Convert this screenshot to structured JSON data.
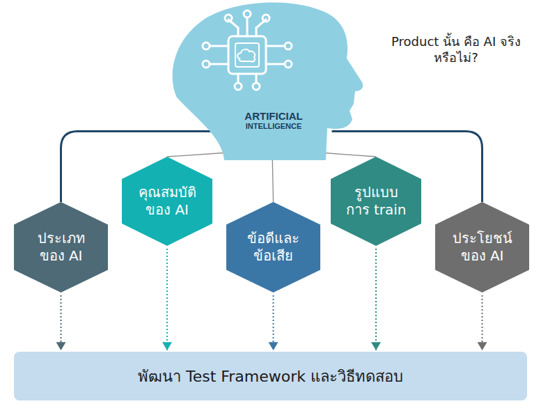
{
  "diagram": {
    "nodes": [
      {
        "text": [
          "ARTIFICIAL",
          "INTELLIGENCE"
        ]
      },
      {
        "text": [
          "ประเภท ของ AI"
        ]
      },
      {
        "text": [
          "คุณสมบัติ ของ AI"
        ]
      },
      {
        "text": [
          "ข้อดีและ ข้อเสีย"
        ]
      },
      {
        "text": [
          "รูปแบบ การ train"
        ]
      },
      {
        "text": [
          "ประโยชน์ ของ AI"
        ]
      },
      {
        "text": [
          "พัฒนา Test Framework และวิธีทดสอบ"
        ]
      }
    ],
    "edges": [
      {
        "from": 0,
        "to": 1,
        "arrow": "none"
      },
      {
        "from": 0,
        "to": 2,
        "arrow": "none"
      },
      {
        "from": 0,
        "to": 3,
        "arrow": "none"
      },
      {
        "from": 0,
        "to": 4,
        "arrow": "none"
      },
      {
        "from": 0,
        "to": 5,
        "arrow": "none"
      },
      {
        "from": 1,
        "to": 6,
        "arrow": "to"
      },
      {
        "from": 2,
        "to": 6,
        "arrow": "to"
      },
      {
        "from": 3,
        "to": 6,
        "arrow": "to"
      },
      {
        "from": 4,
        "to": 6,
        "arrow": "to"
      },
      {
        "from": 5,
        "to": 6,
        "arrow": "to"
      }
    ],
    "labels": [
      "Product นั้น คือ AI จริงหรือไม่?"
    ]
  }
}
